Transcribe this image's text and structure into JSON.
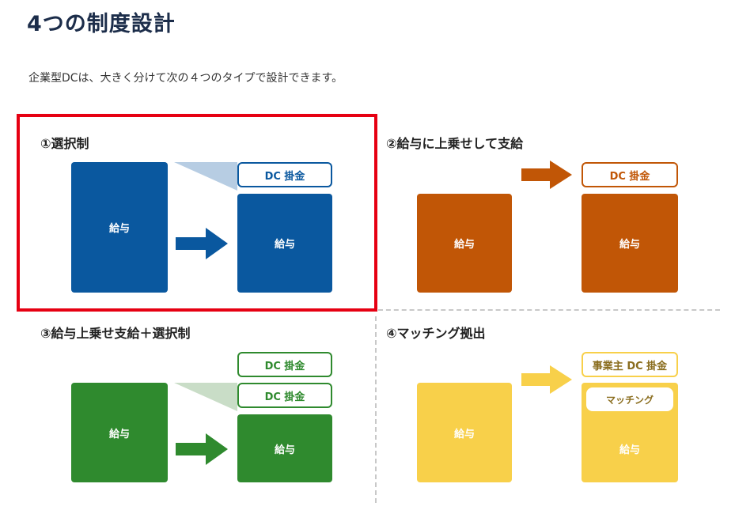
{
  "page": {
    "title": "4つの制度設計",
    "intro": "企業型DCは、大きく分けて次の４つのタイプで設計できます。"
  },
  "colors": {
    "blue": "#0a589f",
    "blue_light": "#b7cde3",
    "orange": "#c15606",
    "green": "#2f8a2e",
    "green_light": "#c9ddc7",
    "yellow": "#f8d04a",
    "highlight": "#e60012"
  },
  "quadrants": [
    {
      "title": "①選択制",
      "salary_before": "給与",
      "salary_after": "給与",
      "tags": [
        "DC 掛金"
      ]
    },
    {
      "title": "②給与に上乗せして支給",
      "salary_before": "給与",
      "salary_after": "給与",
      "tags": [
        "DC 掛金"
      ]
    },
    {
      "title": "③給与上乗せ支給＋選択制",
      "salary_before": "給与",
      "salary_after": "給与",
      "tags": [
        "DC 掛金",
        "DC 掛金"
      ]
    },
    {
      "title": "④マッチング拠出",
      "salary_before": "給与",
      "salary_after": "給与",
      "tags": [
        "事業主 DC 掛金"
      ],
      "inner_label": "マッチング"
    }
  ]
}
